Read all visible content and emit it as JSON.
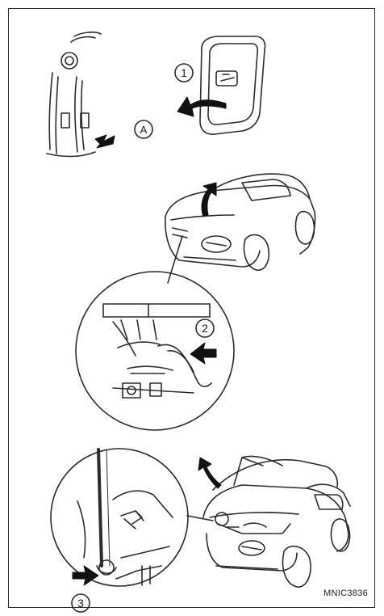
{
  "figure_code": "MNIC3836",
  "steps": {
    "step1": "1",
    "step2": "2",
    "step3": "3",
    "callout_a": "A"
  },
  "colors": {
    "line": "#2b2b2b",
    "arrow": "#111111",
    "background": "#ffffff"
  }
}
